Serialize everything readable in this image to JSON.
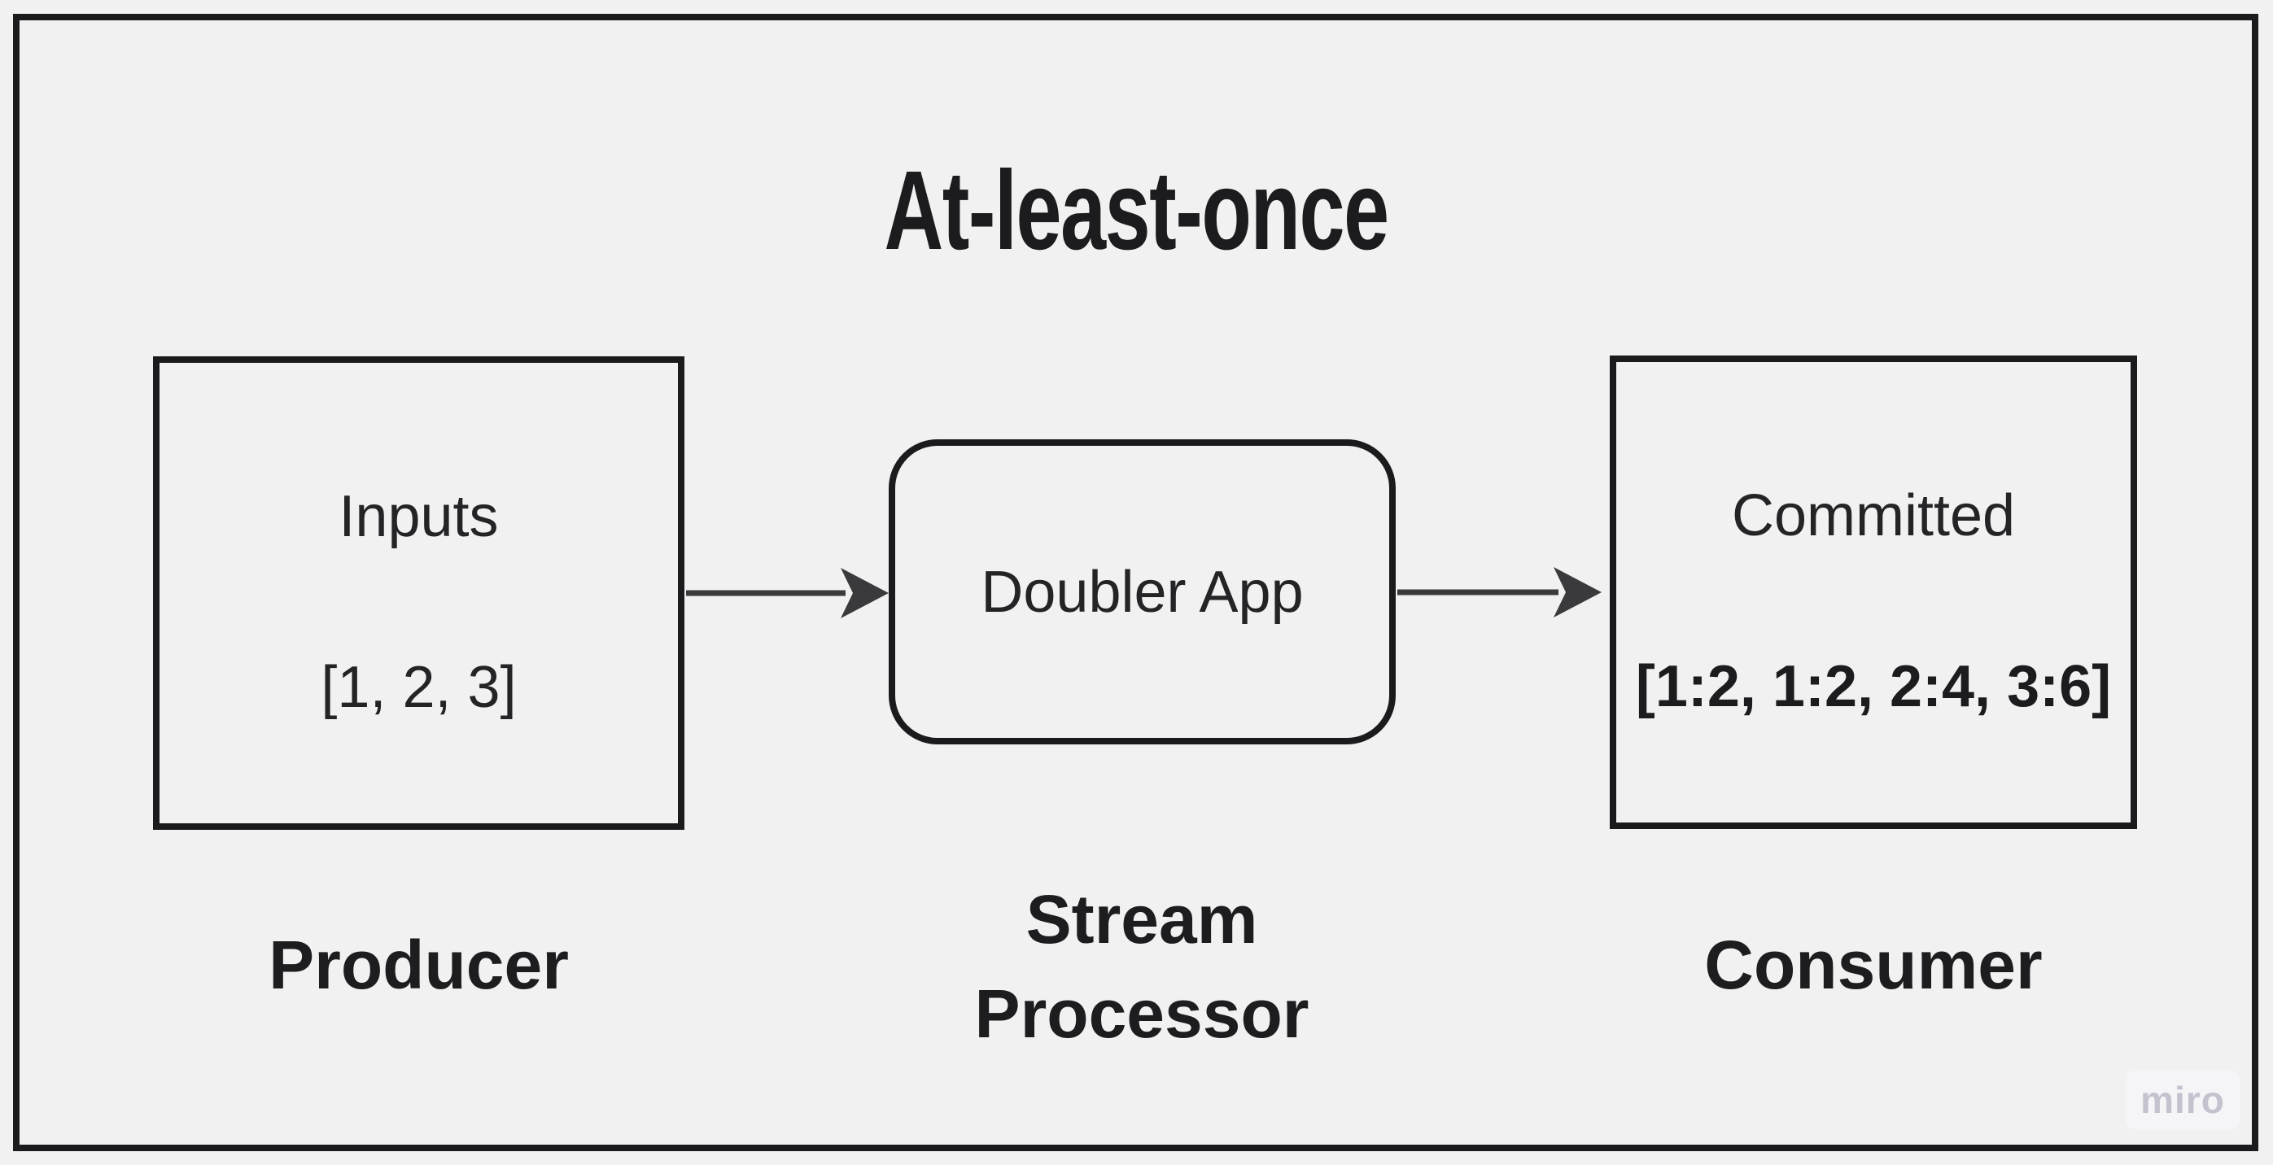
{
  "canvas": {
    "background": "#f1f1f2",
    "frame_border_color": "#1b1b1d"
  },
  "diagram": {
    "title": "At-least-once",
    "nodes": [
      {
        "id": "producer",
        "shape": "rectangle",
        "line1": "Inputs",
        "line2": "[1, 2, 3]",
        "label": "Producer"
      },
      {
        "id": "stream-processor",
        "shape": "rounded-rectangle",
        "line1": "Doubler App",
        "label": "Stream Processor"
      },
      {
        "id": "consumer",
        "shape": "rectangle",
        "line1": "Committed",
        "line2": "[1:2, 1:2, 2:4, 3:6]",
        "label": "Consumer"
      }
    ],
    "edges": [
      {
        "from": "producer",
        "to": "stream-processor",
        "type": "arrow"
      },
      {
        "from": "stream-processor",
        "to": "consumer",
        "type": "arrow"
      }
    ]
  },
  "watermark": {
    "text": "miro",
    "color": "#c3c2cf"
  },
  "colors": {
    "arrow": "#3a3a3c",
    "text": "#212123",
    "bold_text": "#1c1c1e",
    "border": "#1b1b1d",
    "background": "#f1f1f2"
  }
}
